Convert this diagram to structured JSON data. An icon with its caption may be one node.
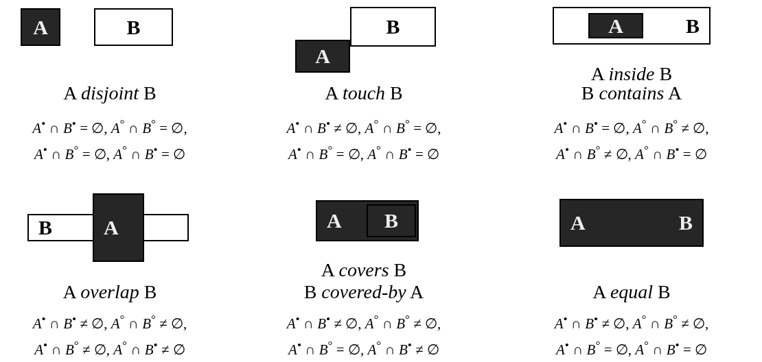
{
  "diagram": {
    "nodes": [
      {
        "text": [
          "A"
        ]
      },
      {
        "text": [
          "B"
        ]
      },
      {
        "text": [
          "A"
        ]
      },
      {
        "text": [
          "B"
        ]
      },
      {
        "text": [
          "B"
        ]
      },
      {
        "text": [
          "A"
        ],
        "in": 4
      },
      {
        "text": [
          "A"
        ]
      },
      {
        "text": [
          "B"
        ]
      },
      {
        "text": [
          "A"
        ]
      },
      {
        "text": [
          "B"
        ],
        "in": 8
      },
      {
        "text": [
          "A"
        ]
      },
      {
        "text": [
          "B"
        ]
      }
    ],
    "labels": [
      "A *disjoint* B",
      "*A*$^{•}$ ∩ *B*$^{•}$ = ∅, *A*$^{°}$ ∩ *B*$^{°}$ = ∅,",
      "*A*$^{•}$ ∩ *B*$^{°}$ = ∅, *A*$^{°}$ ∩ *B*$^{•}$ = ∅",
      "A *touch* B",
      "*A*$^{•}$ ∩ *B*$^{•}$ ≠ ∅, *A*$^{°}$ ∩ *B*$^{°}$ = ∅,",
      "*A*$^{•}$ ∩ *B*$^{°}$ = ∅, *A*$^{°}$ ∩ *B*$^{•}$ = ∅",
      "A *inside* B",
      "B *contains* A",
      "*A*$^{•}$ ∩ *B*$^{•}$ = ∅, *A*$^{°}$ ∩ *B*$^{°}$ ≠ ∅,",
      "*A*$^{•}$ ∩ *B*$^{°}$ ≠ ∅, *A*$^{°}$ ∩ *B*$^{•}$ = ∅",
      "A *overlap* B",
      "*A*$^{•}$ ∩ *B*$^{•}$ ≠ ∅, *A*$^{°}$ ∩ *B*$^{°}$ ≠ ∅,",
      "*A*$^{•}$ ∩ *B*$^{°}$ ≠ ∅, *A*$^{°}$ ∩ *B*$^{•}$ ≠ ∅",
      "A *covers* B",
      "B *covered-by* A",
      "*A*$^{•}$ ∩ *B*$^{•}$ ≠ ∅, *A*$^{°}$ ∩ *B*$^{°}$ ≠ ∅,",
      "*A*$^{•}$ ∩ *B*$^{°}$ = ∅, *A*$^{°}$ ∩ *B*$^{•}$ ≠ ∅",
      "A *equal* B",
      "*A*$^{•}$ ∩ *B*$^{•}$ ≠ ∅, *A*$^{°}$ ∩ *B*$^{°}$ ≠ ∅,",
      "*A*$^{•}$ ∩ *B*$^{°}$ = ∅, *A*$^{°}$ ∩ *B*$^{•}$ = ∅"
    ]
  }
}
